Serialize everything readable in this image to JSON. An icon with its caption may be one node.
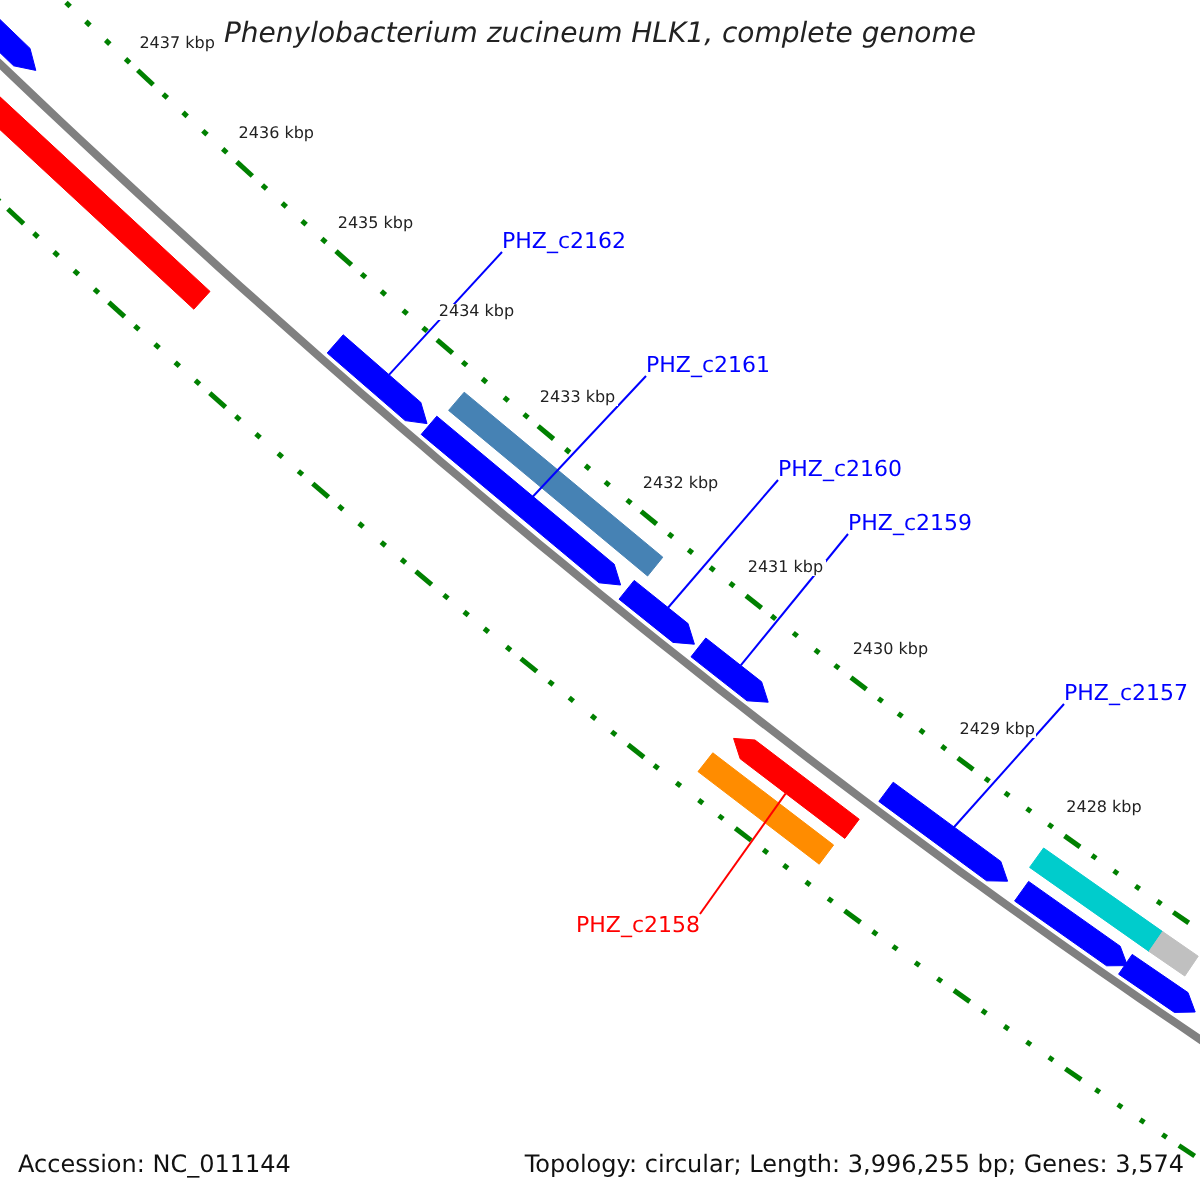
{
  "diagram": {
    "title": "Phenylobacterium zucineum HLK1, complete genome",
    "nodes": [
      {
        "text": [
          "PHZ_c2162"
        ]
      },
      {
        "text": [
          "PHZ_c2161"
        ]
      },
      {
        "text": [
          "PHZ_c2160"
        ]
      },
      {
        "text": [
          "PHZ_c2159"
        ]
      },
      {
        "text": [
          "PHZ_c2157"
        ]
      },
      {
        "text": [
          "PHZ_c2158"
        ]
      },
      {
        "text": [],
        "shape": "arrow"
      },
      {
        "text": [],
        "shape": "arrow"
      },
      {
        "text": [],
        "shape": "arrow"
      },
      {
        "text": [],
        "shape": "arrow"
      },
      {
        "text": [],
        "shape": "bar"
      },
      {
        "text": [],
        "shape": "arrow"
      },
      {
        "text": [],
        "shape": "arrow"
      },
      {
        "text": [],
        "shape": "bar"
      },
      {
        "text": [],
        "shape": "arrow"
      },
      {
        "text": [],
        "shape": "arrow"
      },
      {
        "text": [],
        "shape": "bar"
      },
      {
        "text": [],
        "shape": "arrow"
      },
      {
        "text": [],
        "shape": "bar"
      },
      {
        "text": [],
        "shape": "arrow"
      }
    ],
    "edges": [
      {
        "from": 0,
        "to": 8,
        "arrow": "none"
      },
      {
        "from": 1,
        "to": 9,
        "arrow": "none"
      },
      {
        "from": 2,
        "to": 11,
        "arrow": "none"
      },
      {
        "from": 3,
        "to": 12,
        "arrow": "none"
      },
      {
        "from": 4,
        "to": 15,
        "arrow": "none"
      },
      {
        "from": 5,
        "to": 14,
        "arrow": "none",
        "color": "#ff0000"
      }
    ],
    "labels": [
      "2437 kbp",
      "2436 kbp",
      "2435 kbp",
      "2434 kbp",
      "2433 kbp",
      "2432 kbp",
      "2431 kbp",
      "2430 kbp",
      "2429 kbp",
      "2428 kbp",
      "Accession: NC_011144",
      "Topology: circular; Length: 3,996,255 bp; Genes: 3,574"
    ]
  }
}
